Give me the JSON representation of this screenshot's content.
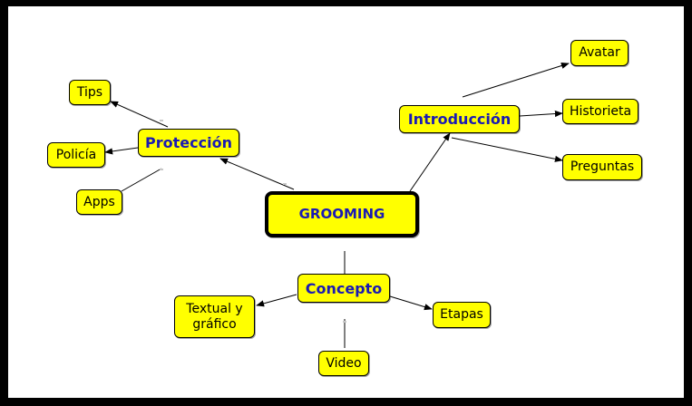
{
  "root": {
    "label": "GROOMING"
  },
  "branches": {
    "proteccion": {
      "label": "Protección"
    },
    "introduccion": {
      "label": "Introducción"
    },
    "concepto": {
      "label": "Concepto"
    }
  },
  "leaves": {
    "tips": {
      "label": "Tips"
    },
    "policia": {
      "label": "Policía"
    },
    "apps": {
      "label": "Apps"
    },
    "avatar": {
      "label": "Avatar"
    },
    "historieta": {
      "label": "Historieta"
    },
    "preguntas": {
      "label": "Preguntas"
    },
    "textual": {
      "label": "Textual y gráfico"
    },
    "etapas": {
      "label": "Etapas"
    },
    "video": {
      "label": "Video"
    }
  },
  "colors": {
    "node_fill": "#ffff00",
    "heading_text": "#1a1ab4",
    "background": "#000000",
    "canvas": "#ffffff"
  }
}
